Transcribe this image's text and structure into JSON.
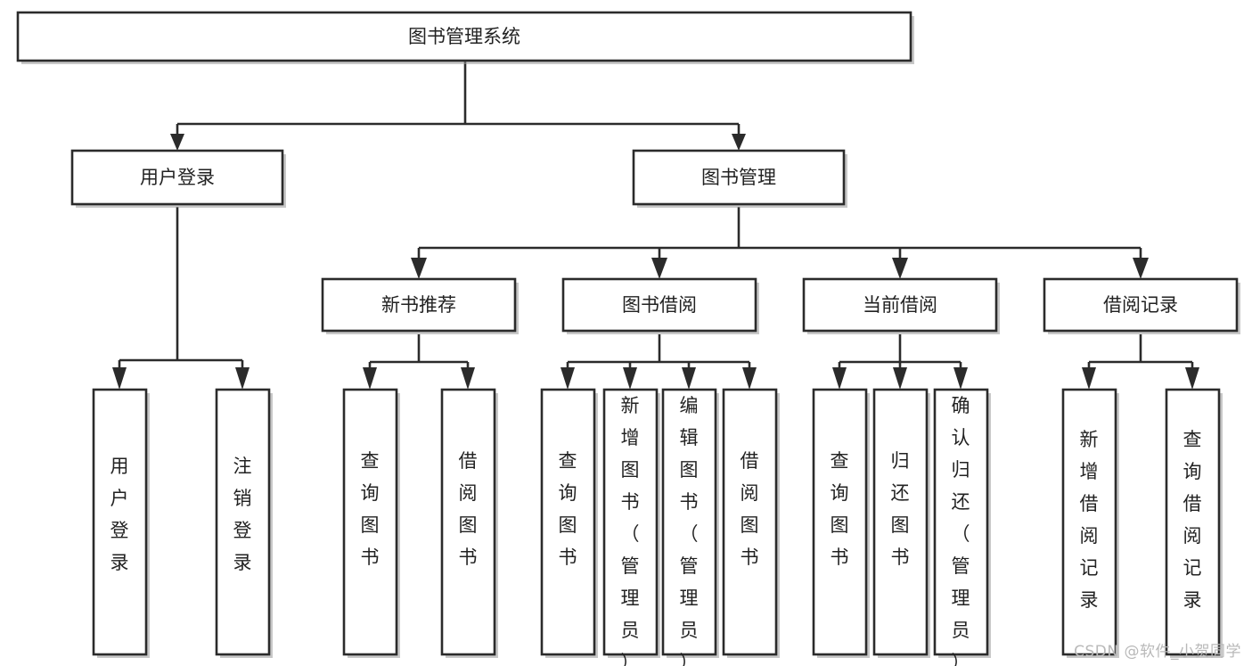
{
  "diagram": {
    "title_node": {
      "id": "root",
      "label": "图书管理系统",
      "orientation": "horizontal"
    },
    "level2": [
      {
        "id": "user-login",
        "label": "用户登录",
        "orientation": "horizontal"
      },
      {
        "id": "book-management",
        "label": "图书管理",
        "orientation": "horizontal"
      }
    ],
    "level3": [
      {
        "id": "new-book-recommend",
        "label": "新书推荐",
        "orientation": "horizontal"
      },
      {
        "id": "book-borrow",
        "label": "图书借阅",
        "orientation": "horizontal"
      },
      {
        "id": "current-borrow",
        "label": "当前借阅",
        "orientation": "horizontal"
      },
      {
        "id": "borrow-record",
        "label": "借阅记录",
        "orientation": "horizontal"
      }
    ],
    "leaves": {
      "user-login": [
        {
          "id": "leaf-user-login",
          "label": "用户登录",
          "orientation": "vertical"
        },
        {
          "id": "leaf-logout-login",
          "label": "注销登录",
          "orientation": "vertical"
        }
      ],
      "new-book-recommend": [
        {
          "id": "leaf-query-book-1",
          "label": "查询图书",
          "orientation": "vertical"
        },
        {
          "id": "leaf-borrow-book-1",
          "label": "借阅图书",
          "orientation": "vertical"
        }
      ],
      "book-borrow": [
        {
          "id": "leaf-query-book-2",
          "label": "查询图书",
          "orientation": "vertical"
        },
        {
          "id": "leaf-add-book-admin",
          "label": "新增图书（管理员）",
          "orientation": "vertical"
        },
        {
          "id": "leaf-edit-book-admin",
          "label": "编辑图书（管理员）",
          "orientation": "vertical"
        },
        {
          "id": "leaf-borrow-book-2",
          "label": "借阅图书",
          "orientation": "vertical"
        }
      ],
      "current-borrow": [
        {
          "id": "leaf-query-book-3",
          "label": "查询图书",
          "orientation": "vertical"
        },
        {
          "id": "leaf-return-book",
          "label": "归还图书",
          "orientation": "vertical"
        },
        {
          "id": "leaf-confirm-return-admin",
          "label": "确认归还（管理员）",
          "orientation": "vertical"
        }
      ],
      "borrow-record": [
        {
          "id": "leaf-add-borrow-record",
          "label": "新增借阅记录",
          "orientation": "vertical"
        },
        {
          "id": "leaf-query-borrow-record",
          "label": "查询借阅记录",
          "orientation": "vertical"
        }
      ]
    },
    "colors": {
      "stroke": "#2b2b2b",
      "fill": "#ffffff",
      "text": "#222222",
      "shadow": "#9a9a9a",
      "watermark": "#b9b9b9",
      "background": "#ffffff"
    }
  },
  "watermark": {
    "text": "CSDN @软件_小贺同学"
  }
}
